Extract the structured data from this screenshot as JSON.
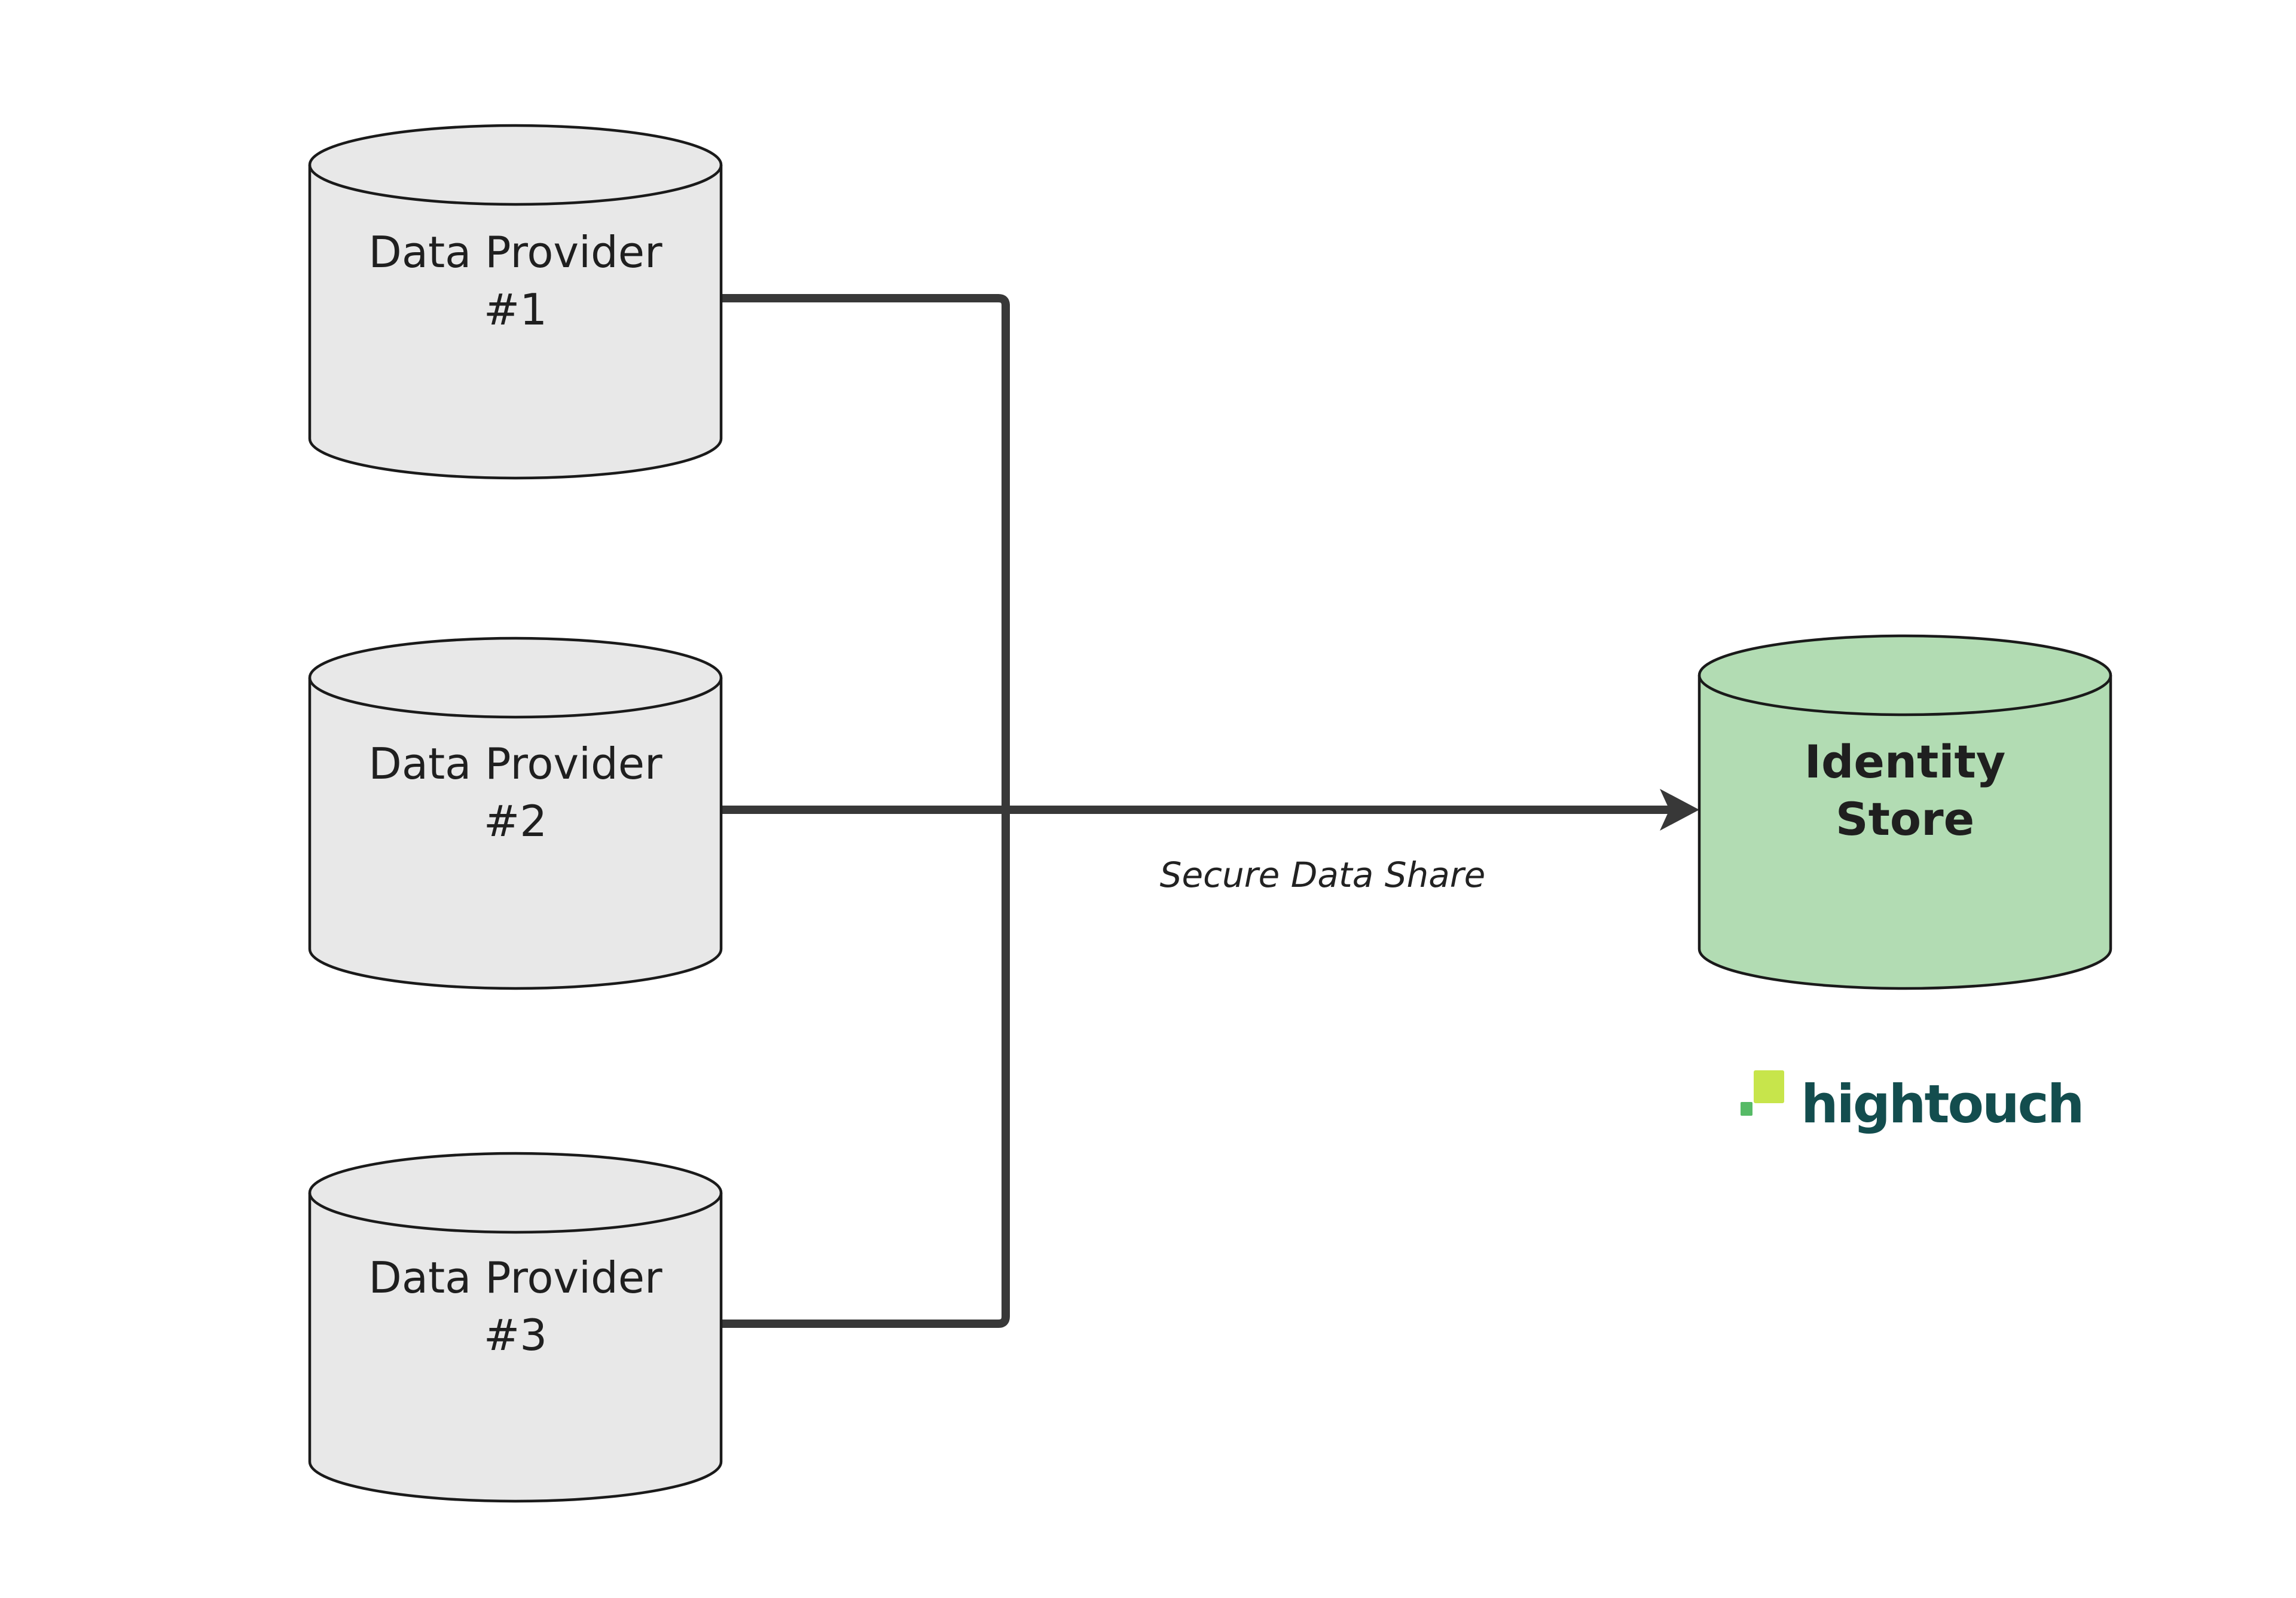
{
  "diagram": {
    "title_semantic": "Three data providers feed an identity store via secure data share",
    "background": "#ffffff",
    "nodes": {
      "providers": [
        {
          "id": "data-provider-1",
          "line1": "Data Provider",
          "line2": "#1"
        },
        {
          "id": "data-provider-2",
          "line1": "Data Provider",
          "line2": "#2"
        },
        {
          "id": "data-provider-3",
          "line1": "Data Provider",
          "line2": "#3"
        }
      ],
      "identity_store": {
        "line1": "Identity",
        "line2": "Store"
      }
    },
    "edges": {
      "secure_data_share_label": "Secure Data Share"
    },
    "colors": {
      "provider_fill": "#e8e8e8",
      "identity_fill": "#b2dcb3",
      "node_stroke": "#1a1a1a",
      "connector": "#383838",
      "label_text": "#1f1f1f",
      "edge_label_text": "#222222"
    }
  },
  "brand": {
    "wordmark": "hightouch",
    "logo_teal": "#134d4e",
    "logo_lime": "#c7e54b",
    "logo_green": "#56ba66"
  }
}
